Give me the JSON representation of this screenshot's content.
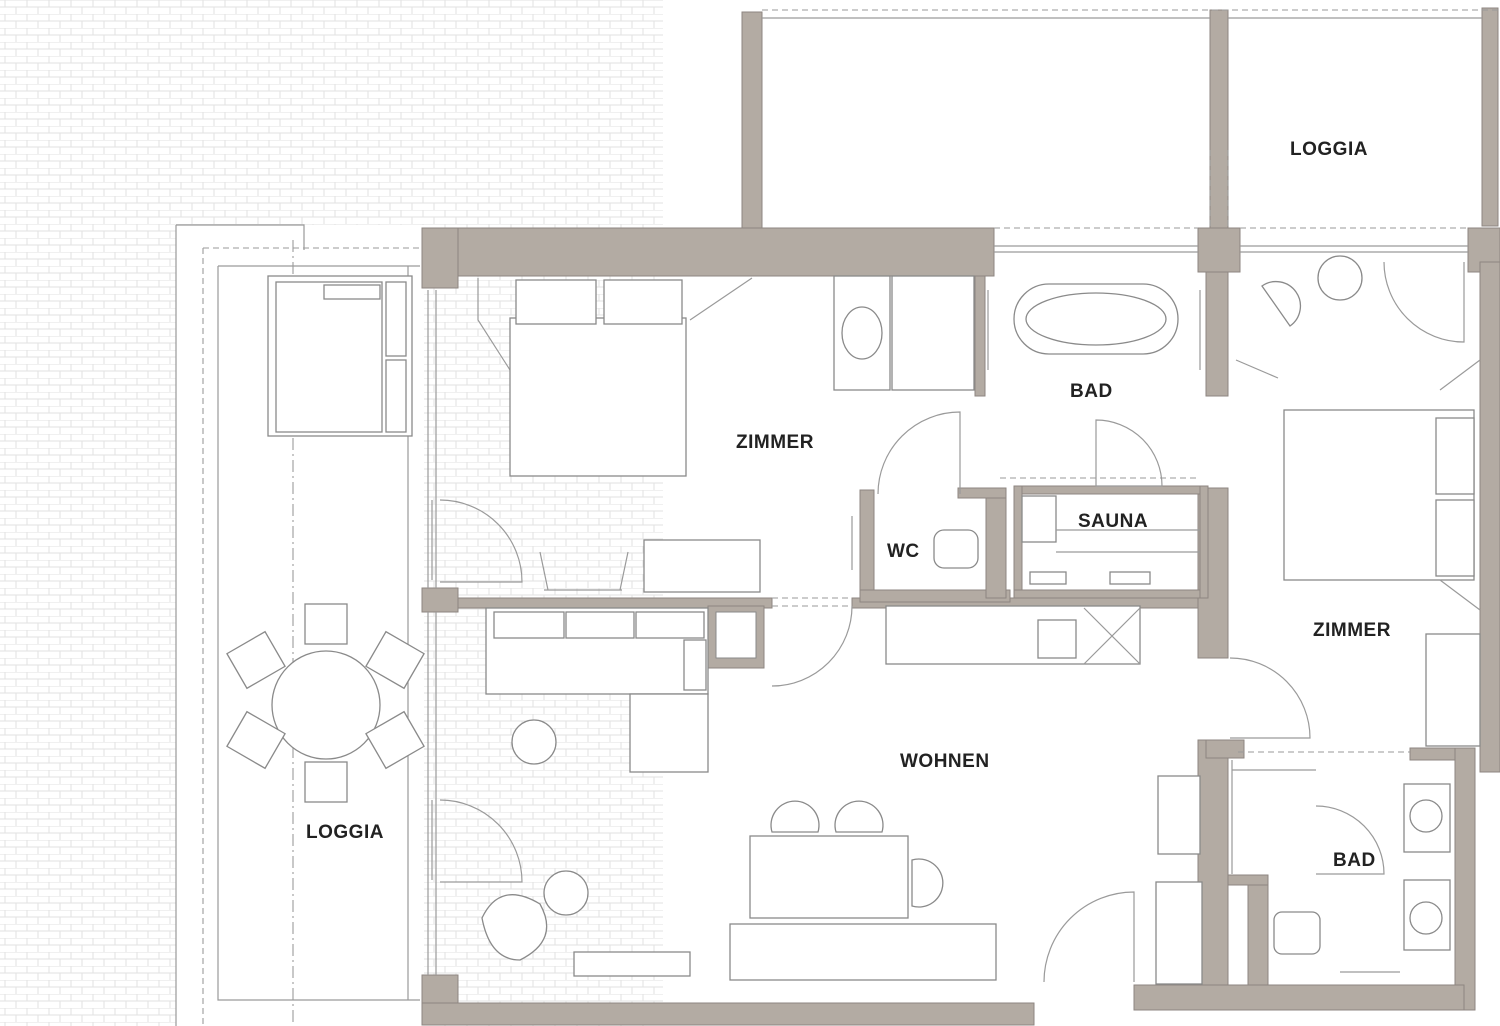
{
  "floor_plan": {
    "rooms": {
      "loggia_top": "LOGGIA",
      "loggia_left": "LOGGIA",
      "zimmer_1": "ZIMMER",
      "bad_1": "BAD",
      "wc": "WC",
      "sauna": "SAUNA",
      "wohnen": "WOHNEN",
      "zimmer_2": "ZIMMER",
      "bad_2": "BAD"
    },
    "colors": {
      "wall": "#b3aba3",
      "line": "#8a8a8a",
      "background": "#ffffff"
    }
  }
}
